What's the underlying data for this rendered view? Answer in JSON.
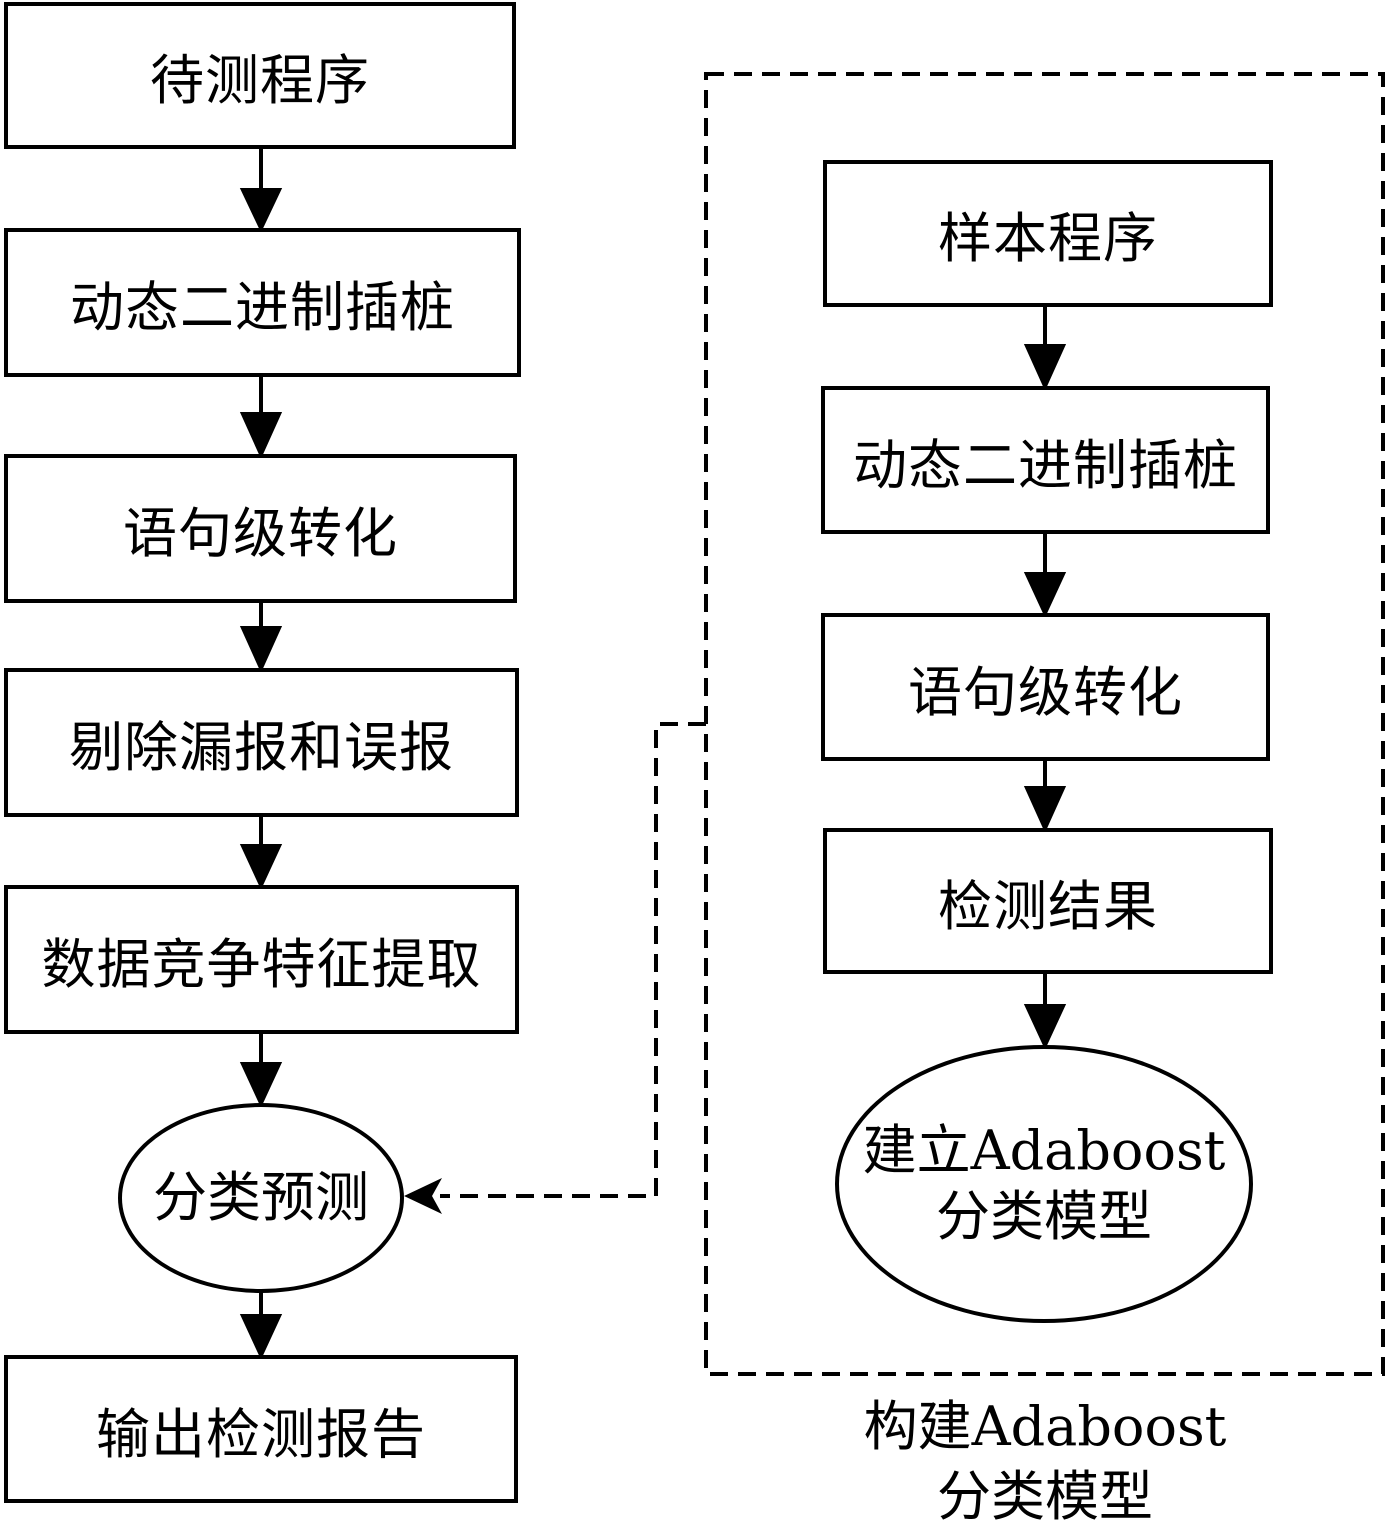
{
  "left_flow": {
    "step1": "待测程序",
    "step2": "动态二进制插桩",
    "step3": "语句级转化",
    "step4": "剔除漏报和误报",
    "step5": "数据竞争特征提取",
    "step6": "分类预测",
    "step7": "输出检测报告"
  },
  "right_flow": {
    "step1": "样本程序",
    "step2": "动态二进制插桩",
    "step3": "语句级转化",
    "step4": "检测结果",
    "step5_line1": "建立Adaboost",
    "step5_line2": "分类模型"
  },
  "group_caption": {
    "line1": "构建Adaboost",
    "line2": "分类模型"
  }
}
